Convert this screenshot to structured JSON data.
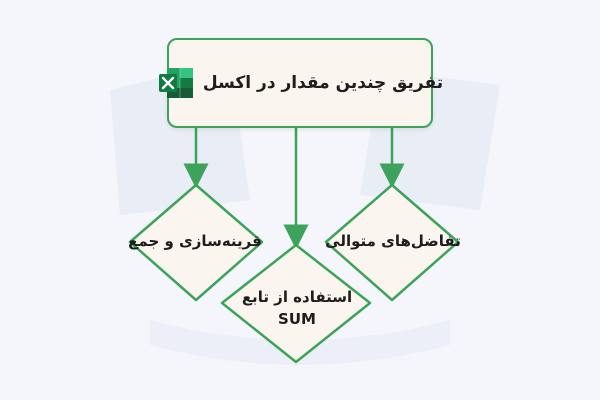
{
  "title": "تفریق چندین مقدار در اکسل",
  "title_icon": "excel-icon",
  "branches": {
    "left": "قرینه‌سازی و جمع",
    "middle_line1": "استفاده از تابع",
    "middle_line2": "SUM",
    "right": "تفاضل‌های متوالی"
  },
  "colors": {
    "accent": "#3da35a",
    "box_fill": "#fbf5ef",
    "background": "#f4f6fb"
  }
}
